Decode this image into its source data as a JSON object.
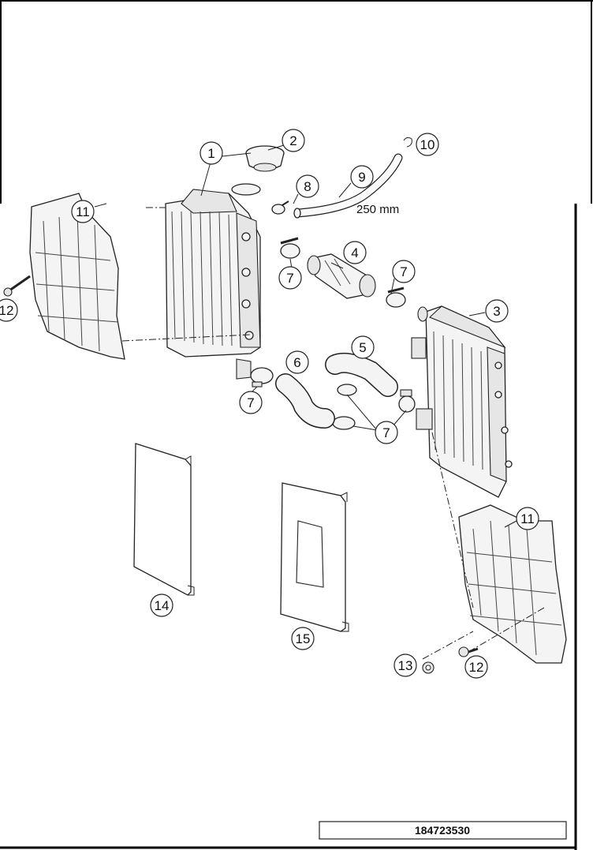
{
  "dimension_label": "250 mm",
  "document_id": "184723530",
  "callouts": {
    "c1": "1",
    "c2": "2",
    "c3": "3",
    "c4": "4",
    "c5": "5",
    "c6": "6",
    "c7a": "7",
    "c7b": "7",
    "c7c": "7",
    "c7d": "7",
    "c8": "8",
    "c9": "9",
    "c10": "10",
    "c11a": "11",
    "c11b": "11",
    "c12a": "12",
    "c12b": "12",
    "c13": "13",
    "c14": "14",
    "c15": "15"
  }
}
